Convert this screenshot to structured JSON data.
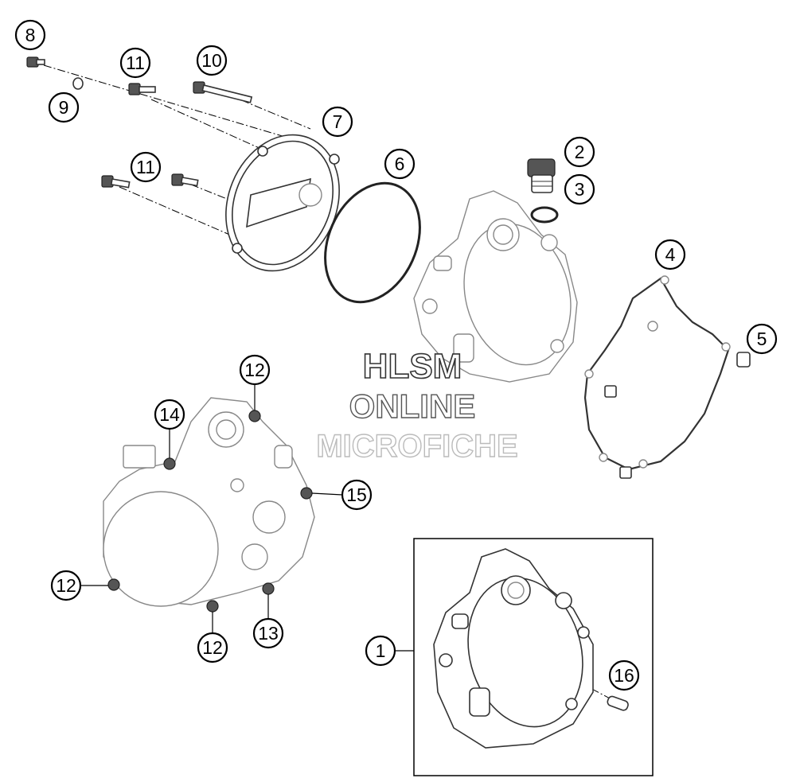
{
  "callouts": [
    {
      "label": "1"
    },
    {
      "label": "2"
    },
    {
      "label": "3"
    },
    {
      "label": "4"
    },
    {
      "label": "5"
    },
    {
      "label": "6"
    },
    {
      "label": "7"
    },
    {
      "label": "8"
    },
    {
      "label": "9"
    },
    {
      "label": "10"
    },
    {
      "label": "11"
    },
    {
      "label": "11"
    },
    {
      "label": "12"
    },
    {
      "label": "12"
    },
    {
      "label": "12"
    },
    {
      "label": "13"
    },
    {
      "label": "14"
    },
    {
      "label": "15"
    },
    {
      "label": "16"
    }
  ],
  "watermark": {
    "line1": "HLSM",
    "line2": "ONLINE",
    "line3": "MICROFICHE"
  }
}
